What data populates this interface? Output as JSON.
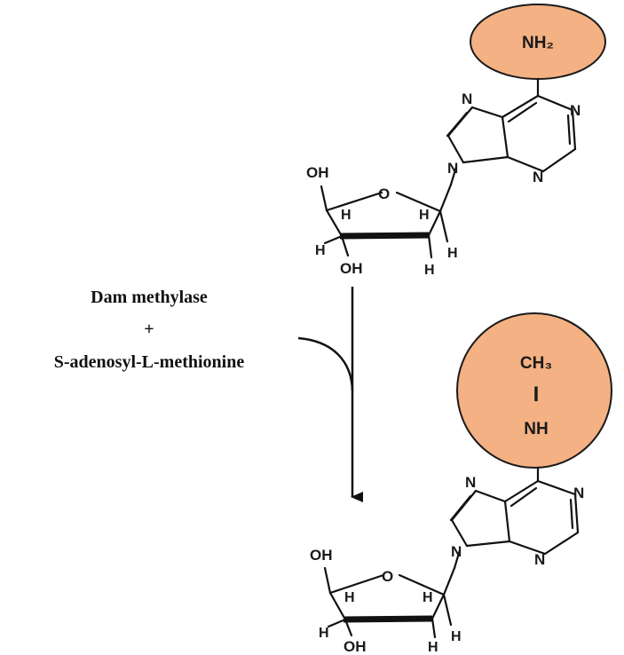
{
  "reagents": {
    "enzyme": "Dam methylase",
    "plus": "+",
    "cofactor": "S-adenosyl-L-methionine"
  },
  "top_molecule": {
    "group_label": "NH₂",
    "group_color": "#f4b183",
    "atoms": {
      "n": "N",
      "o": "O",
      "oh": "OH",
      "h": "H"
    }
  },
  "bottom_molecule": {
    "group_top": "CH₃",
    "group_mid": "I",
    "group_bottom": "NH",
    "group_color": "#f4b183",
    "atoms": {
      "n": "N",
      "o": "O",
      "oh": "OH",
      "h": "H"
    }
  }
}
